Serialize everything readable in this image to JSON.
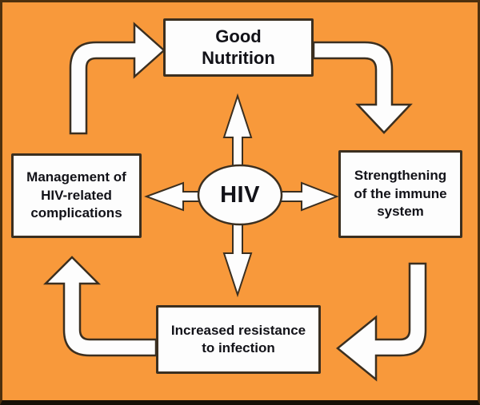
{
  "center_node": {
    "label": "HIV"
  },
  "nodes": {
    "top": {
      "label": "Good Nutrition",
      "lines": [
        "Good",
        "Nutrition"
      ]
    },
    "right": {
      "label": "Strengthening of the immune system",
      "lines": [
        "Strengthening",
        "of the immune",
        "system"
      ]
    },
    "bottom": {
      "label": "Increased resistance to infection",
      "lines": [
        "Increased resistance",
        "to infection"
      ]
    },
    "left": {
      "label": "Management of HIV-related complications",
      "lines": [
        "Management of",
        "HIV-related",
        "complications"
      ]
    }
  },
  "arrows": {
    "cycle": [
      "left-to-top",
      "top-to-right",
      "right-to-bottom",
      "bottom-to-left"
    ],
    "center_radiating": [
      "up",
      "down",
      "left",
      "right"
    ]
  },
  "colors": {
    "background": "#F8993B",
    "node_fill": "#FDFDFD",
    "outline": "#3B2F20",
    "text": "#121218",
    "frame_border": "#4E300E",
    "frame_border_bottom": "#161006"
  }
}
